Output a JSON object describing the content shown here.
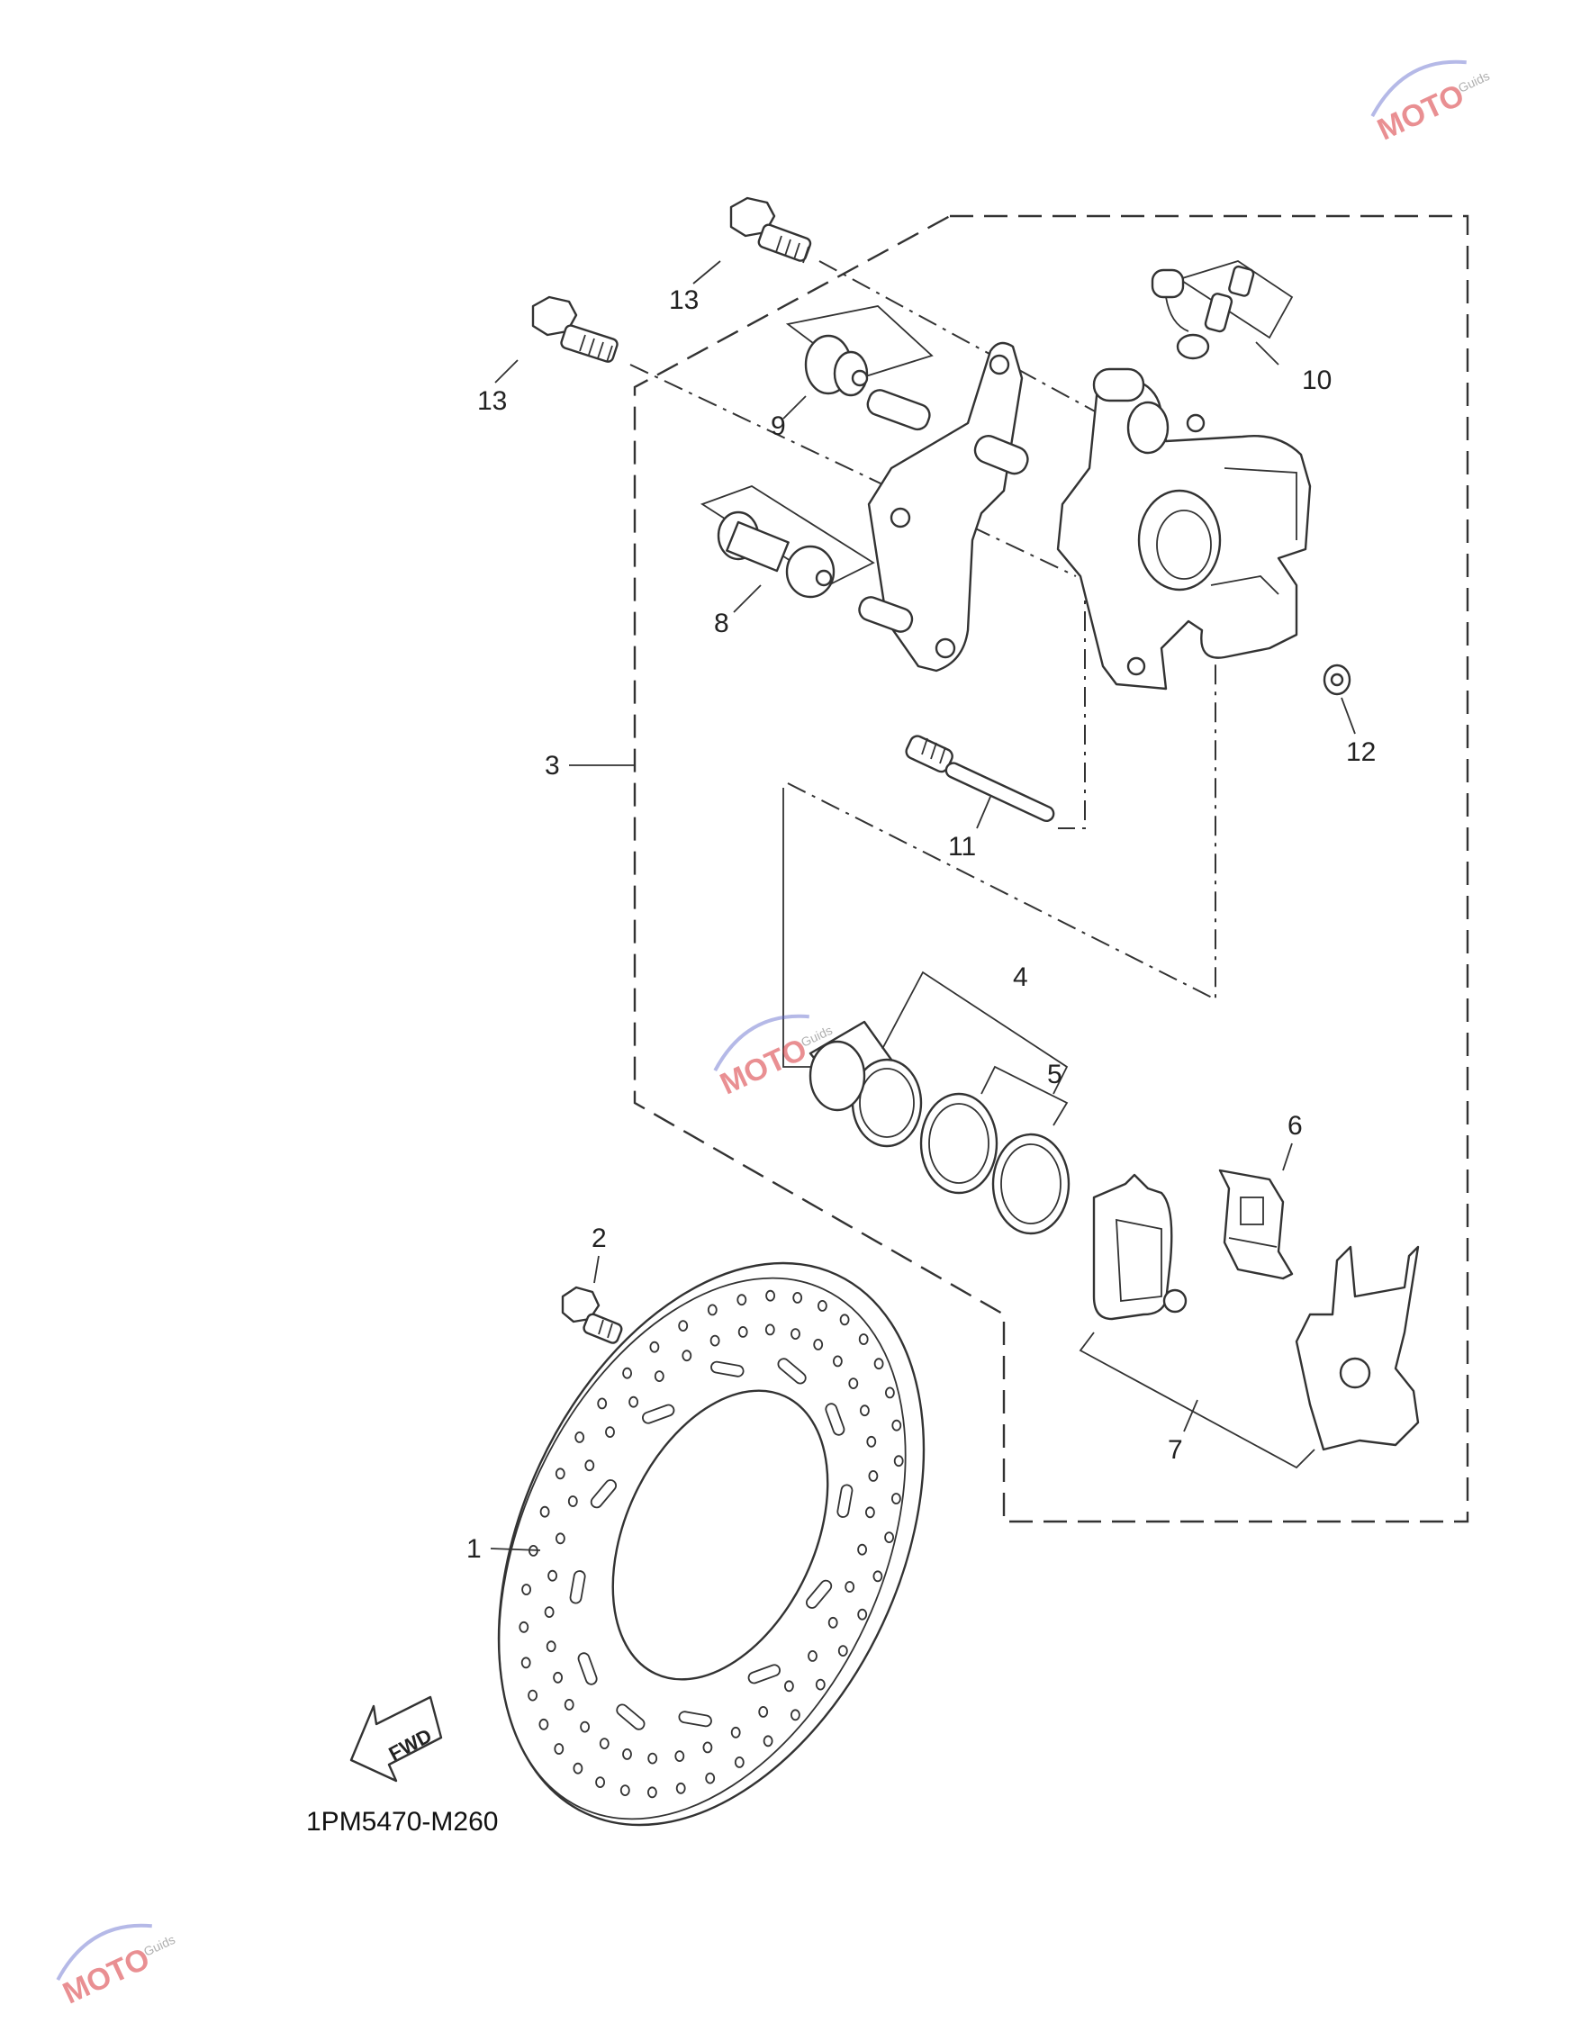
{
  "diagram_code": "1PM5470-M260",
  "fwd_label": "FWD",
  "callouts": {
    "c1": "1",
    "c2": "2",
    "c3": "3",
    "c4": "4",
    "c5": "5",
    "c6": "6",
    "c7": "7",
    "c8": "8",
    "c9": "9",
    "c10": "10",
    "c11": "11",
    "c12": "12",
    "c13a": "13",
    "c13b": "13"
  },
  "watermark": {
    "brand": "MOTO",
    "sub": "Guids",
    "color": "#d8343a"
  }
}
